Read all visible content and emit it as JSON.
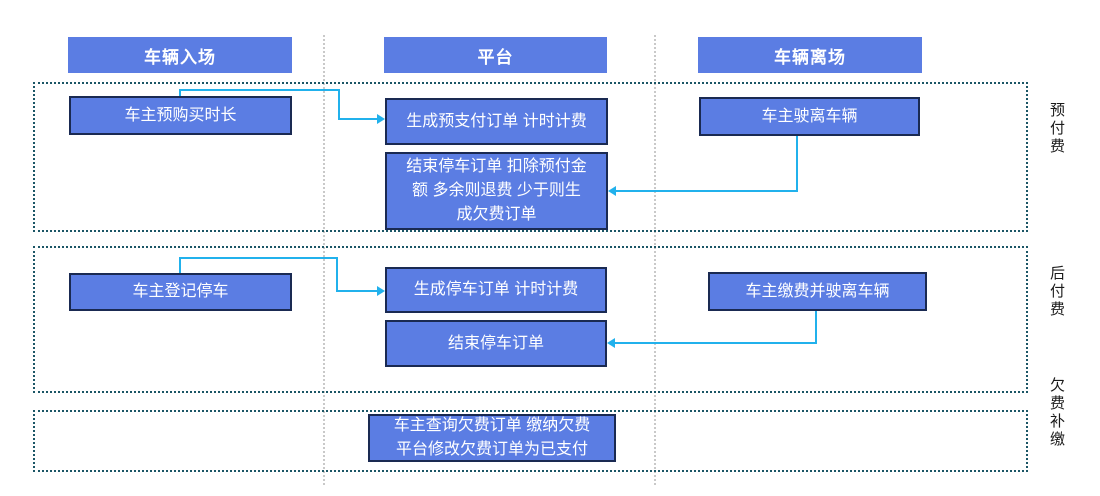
{
  "colors": {
    "background": "#FFFFFF",
    "box_fill": "#5B7DE3",
    "box_border": "#1A2A52",
    "box_text": "#FFFFFF",
    "arrow": "#21B1EC",
    "section_border": "#1B5666",
    "column_line": "#C9C9C9",
    "row_label_text": "#1A1A1A"
  },
  "columns": [
    {
      "label": "车辆入场"
    },
    {
      "label": "平台"
    },
    {
      "label": "车辆离场"
    }
  ],
  "rows": [
    {
      "label": "预付费"
    },
    {
      "label": "后付费"
    },
    {
      "label": "欠费补缴"
    }
  ],
  "nodes": {
    "prepay_purchase": "车主预购买时长",
    "prepay_generate_order": "生成预支付订单 计时计费",
    "prepay_settle": "结束停车订单 扣除预付金\n额 多余则退费 少于则生\n成欠费订单",
    "prepay_leave": "车主驶离车辆",
    "postpay_register": "车主登记停车",
    "postpay_generate_order": "生成停车订单 计时计费",
    "postpay_end_order": "结束停车订单",
    "postpay_pay_leave": "车主缴费并驶离车辆",
    "arrears_repay": "车主查询欠费订单 缴纳欠费\n平台修改欠费订单为已支付"
  }
}
